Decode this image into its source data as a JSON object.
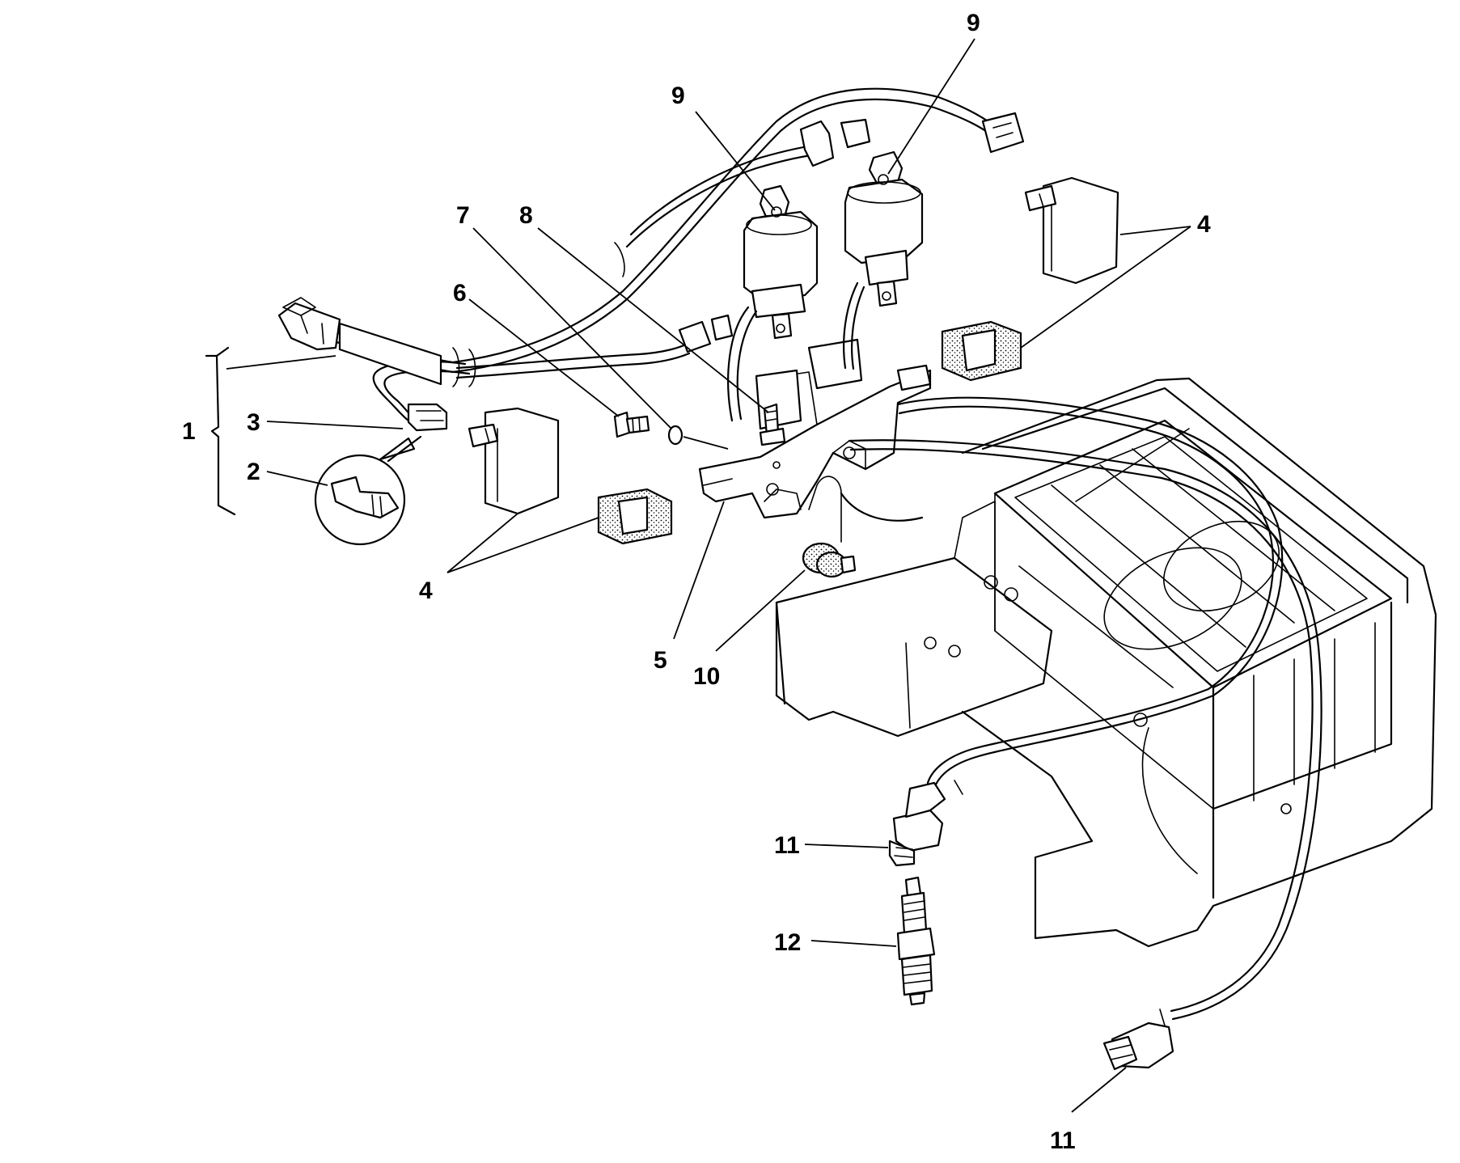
{
  "callouts": {
    "c1": "1",
    "c2": "2",
    "c3": "3",
    "c4a": "4",
    "c4b": "4",
    "c5": "5",
    "c6": "6",
    "c7": "7",
    "c8": "8",
    "c9a": "9",
    "c9b": "9",
    "c10": "10",
    "c11a": "11",
    "c11b": "11",
    "c12": "12"
  }
}
